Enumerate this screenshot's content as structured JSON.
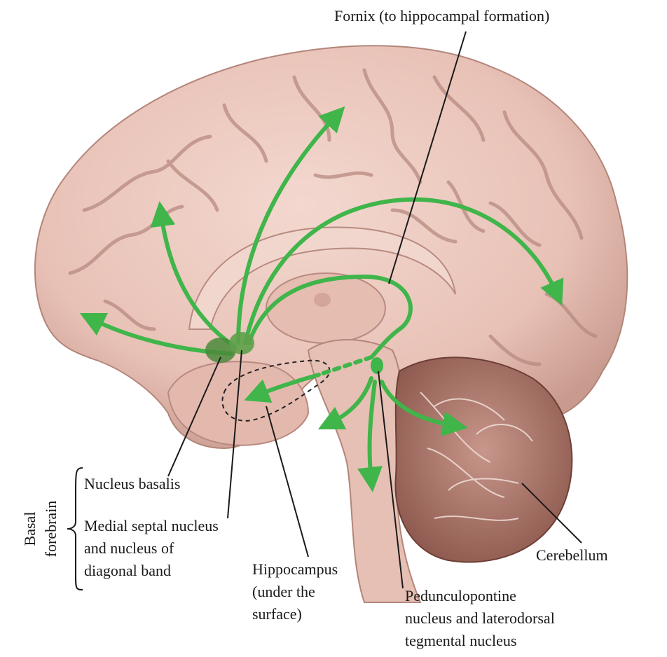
{
  "figure": {
    "labels": {
      "fornix": "Fornix (to hippocampal formation)",
      "nucleus_basalis": "Nucleus basalis",
      "medial_septal": [
        "Medial septal nucleus",
        "and nucleus of",
        "diagonal band"
      ],
      "basal_forebrain": [
        "Basal",
        "forebrain"
      ],
      "hippocampus": [
        "Hippocampus",
        "(under the",
        "surface)"
      ],
      "pedunculopontine": [
        "Pedunculopontine",
        "nucleus and laterodorsal",
        "tegmental nucleus"
      ],
      "cerebellum": "Cerebellum"
    },
    "colors": {
      "pathway": "#3fb54a",
      "nucleus": "#4a8a3a",
      "brain_fill": "#ecc9bf",
      "brain_shadow": "#b88a80",
      "cerebellum": "#a06a5e",
      "brainstem": "#e6c0b4",
      "leader_line": "#1a1a1a"
    }
  }
}
